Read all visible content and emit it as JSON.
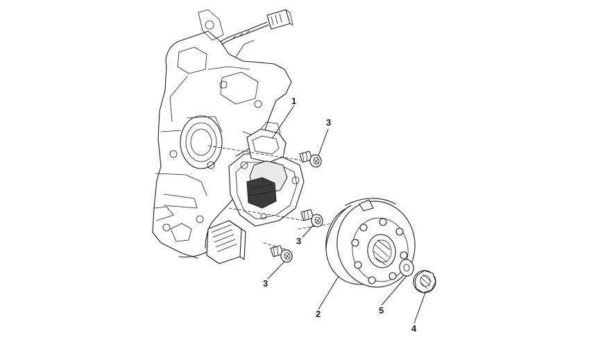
{
  "callouts": {
    "c1": "1",
    "c2": "2",
    "c3a": "3",
    "c3b": "3",
    "c3c": "3",
    "c4": "4",
    "c5": "5"
  }
}
